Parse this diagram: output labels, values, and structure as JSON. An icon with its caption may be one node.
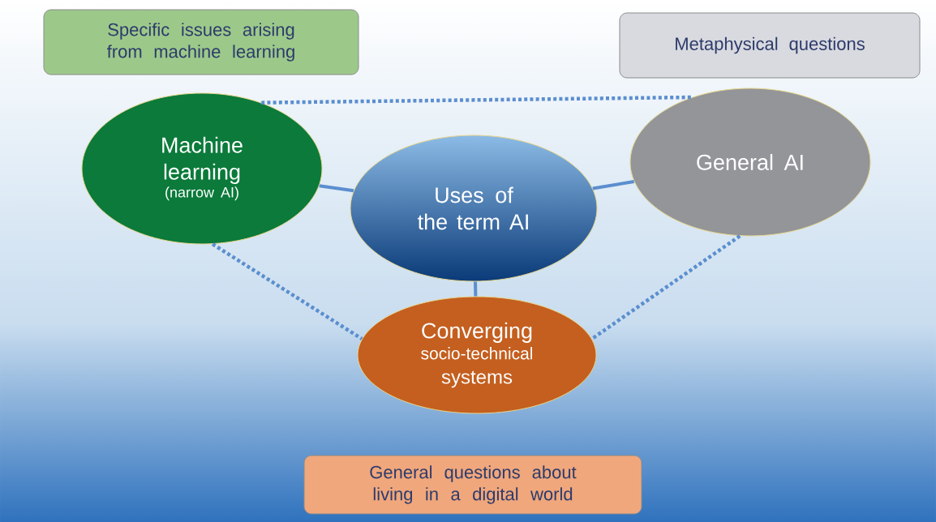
{
  "diagram": {
    "nodes": [
      {
        "text": [
          "Specific issues arising from machine learning"
        ]
      },
      {
        "text": [
          "Metaphysical questions"
        ]
      },
      {
        "text": [
          "Machine learning",
          "(narrow AI)"
        ]
      },
      {
        "text": [
          "Uses of the term AI"
        ]
      },
      {
        "text": [
          "General AI"
        ]
      },
      {
        "text": [
          "Converging",
          "socio-technical",
          "systems"
        ]
      },
      {
        "text": [
          "General questions about living in a digital world"
        ]
      }
    ],
    "edges": [
      {
        "from": 2,
        "to": 4,
        "arrow": "none",
        "style": "dashed"
      },
      {
        "from": 2,
        "to": 3,
        "arrow": "none"
      },
      {
        "from": 3,
        "to": 4,
        "arrow": "none"
      },
      {
        "from": 3,
        "to": 5,
        "arrow": "none"
      },
      {
        "from": 2,
        "to": 5,
        "arrow": "none",
        "style": "dashed"
      },
      {
        "from": 4,
        "to": 5,
        "arrow": "none",
        "style": "dashed"
      }
    ]
  }
}
